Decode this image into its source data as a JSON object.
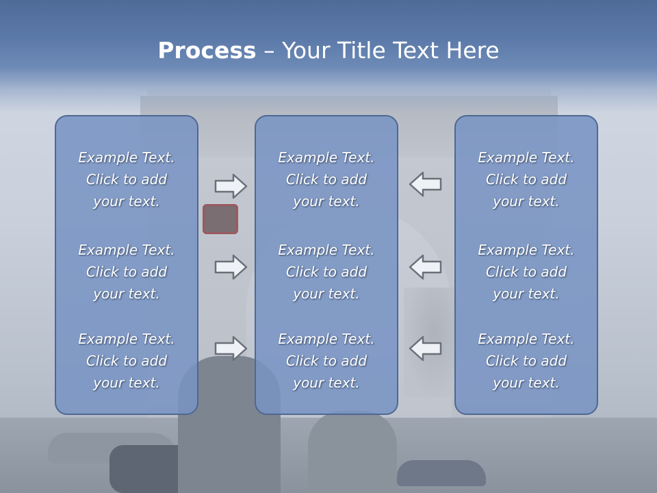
{
  "title": {
    "bold": "Process",
    "rest": " – Your Title Text Here"
  },
  "panels": [
    {
      "blocks": [
        {
          "line1": "Example Text.",
          "line2": "Click  to add",
          "line3": "your text."
        },
        {
          "line1": "Example Text.",
          "line2": "Click  to add",
          "line3": "your text."
        },
        {
          "line1": "Example Text.",
          "line2": "Click  to add",
          "line3": "your text."
        }
      ]
    },
    {
      "blocks": [
        {
          "line1": "Example Text.",
          "line2": "Click  to add",
          "line3": "your text."
        },
        {
          "line1": "Example Text.",
          "line2": "Click  to add",
          "line3": "your text."
        },
        {
          "line1": "Example Text.",
          "line2": "Click  to add",
          "line3": "your text."
        }
      ]
    },
    {
      "blocks": [
        {
          "line1": "Example Text.",
          "line2": "Click  to add",
          "line3": "your text."
        },
        {
          "line1": "Example Text.",
          "line2": "Click  to add",
          "line3": "your text."
        },
        {
          "line1": "Example Text.",
          "line2": "Click  to add",
          "line3": "your text."
        }
      ]
    }
  ],
  "icons": {
    "left_arrows": "arrow-right-icon",
    "right_arrows": "arrow-left-icon"
  },
  "colors": {
    "title_band": "#5c7aa9",
    "panel_fill": "#7894c4",
    "panel_border": "#4f6791",
    "arrow_stroke": "#6a6f78"
  }
}
